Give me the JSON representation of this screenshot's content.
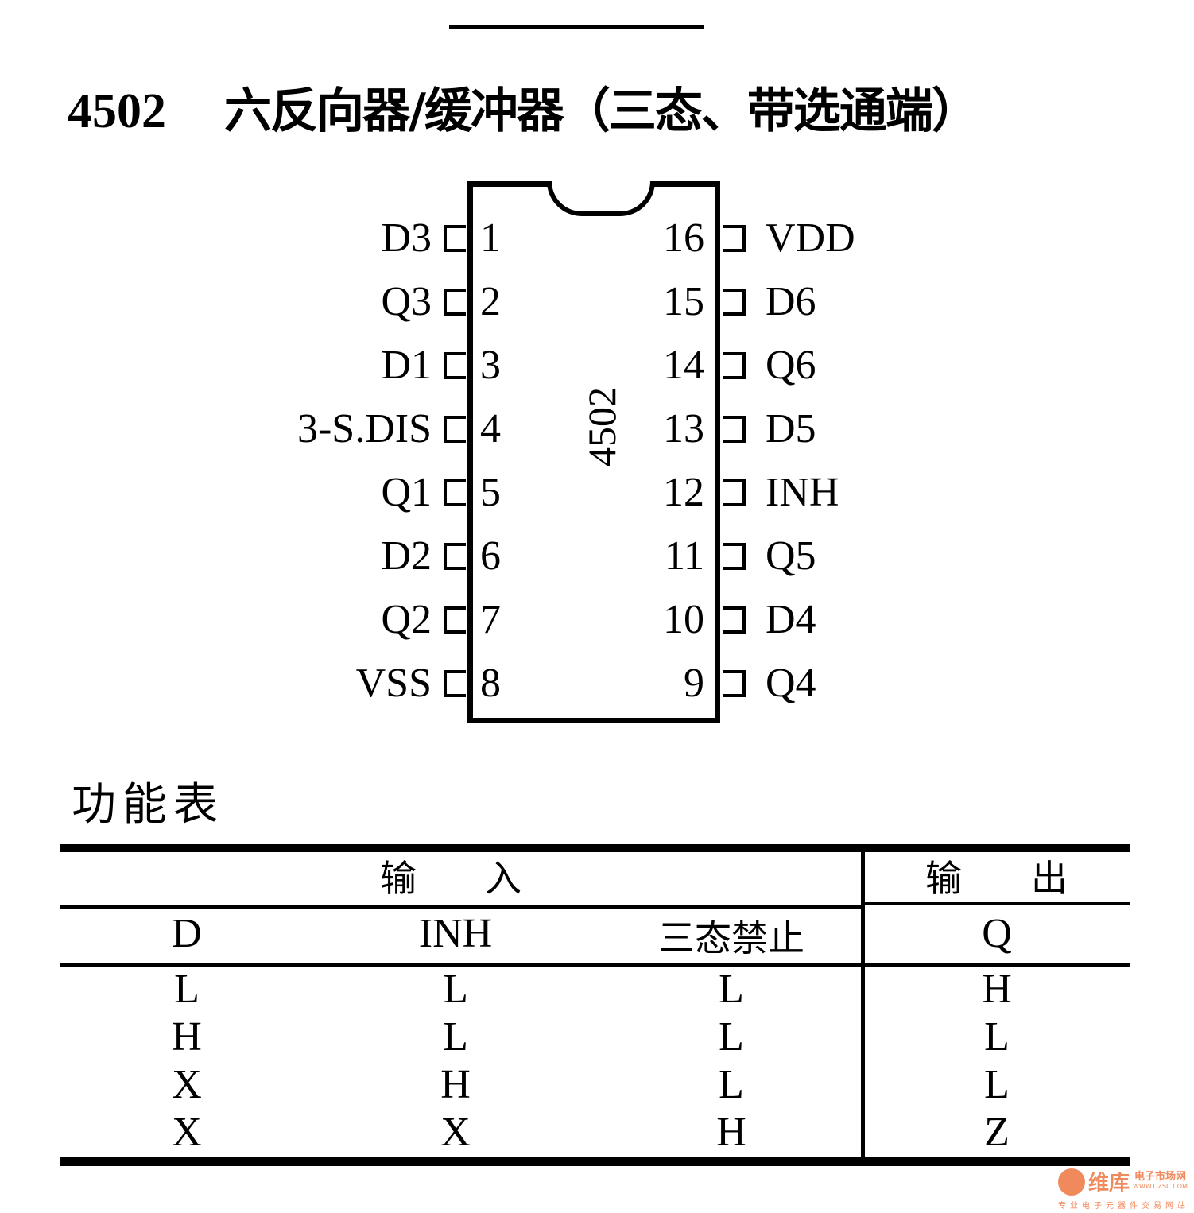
{
  "title": {
    "part_number": "4502",
    "description": "六反向器/缓冲器（三态、带选通端）"
  },
  "chip": {
    "label": "4502",
    "left_pins": [
      {
        "name": "D3",
        "number": "1"
      },
      {
        "name": "Q3",
        "number": "2"
      },
      {
        "name": "D1",
        "number": "3"
      },
      {
        "name": "3-S.DIS",
        "number": "4"
      },
      {
        "name": "Q1",
        "number": "5"
      },
      {
        "name": "D2",
        "number": "6"
      },
      {
        "name": "Q2",
        "number": "7"
      },
      {
        "name": "VSS",
        "number": "8"
      }
    ],
    "right_pins": [
      {
        "name": "VDD",
        "number": "16"
      },
      {
        "name": "D6",
        "number": "15"
      },
      {
        "name": "Q6",
        "number": "14"
      },
      {
        "name": "D5",
        "number": "13"
      },
      {
        "name": "INH",
        "number": "12"
      },
      {
        "name": "Q5",
        "number": "11"
      },
      {
        "name": "D4",
        "number": "10"
      },
      {
        "name": "Q4",
        "number": "9"
      }
    ]
  },
  "function_table": {
    "title": "功能表",
    "group_input": "输　入",
    "group_output_1": "输",
    "group_output_2": "出",
    "columns": [
      "D",
      "INH",
      "三态禁止",
      "Q"
    ],
    "rows": [
      [
        "L",
        "L",
        "L",
        "H"
      ],
      [
        "H",
        "L",
        "L",
        "L"
      ],
      [
        "X",
        "H",
        "L",
        "L"
      ],
      [
        "X",
        "X",
        "H",
        "Z"
      ]
    ]
  },
  "watermark": {
    "brand": "维库",
    "sub": "电子市场网",
    "url": "WWW.DZSC.COM",
    "tagline": "专业电子元器件交易网站",
    "color": "#f08a5d"
  }
}
